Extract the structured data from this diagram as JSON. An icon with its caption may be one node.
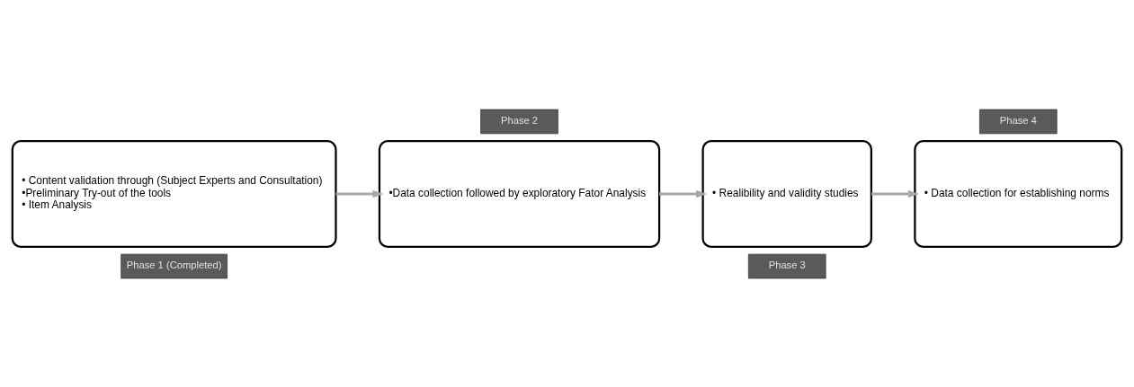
{
  "diagram": {
    "nodes": [
      {
        "text": [
          "• Content validation through (Subject Experts and Consultation)",
          "•Preliminary Try-out of the tools",
          "• Item Analysis"
        ]
      },
      {
        "text": [
          "Phase 1 (Completed)"
        ]
      },
      {
        "text": [
          "Phase 2"
        ]
      },
      {
        "text": [
          "•Data collection followed by exploratory Fator Analysis"
        ]
      },
      {
        "text": [
          "• Realibility and validity studies"
        ]
      },
      {
        "text": [
          "Phase 3"
        ]
      },
      {
        "text": [
          "Phase 4"
        ]
      },
      {
        "text": [
          "• Data collection for establishing norms"
        ]
      }
    ],
    "edges": [
      {
        "from": 0,
        "to": 3,
        "arrow": "to"
      },
      {
        "from": 3,
        "to": 4,
        "arrow": "to"
      },
      {
        "from": 4,
        "to": 7,
        "arrow": "to"
      }
    ]
  }
}
